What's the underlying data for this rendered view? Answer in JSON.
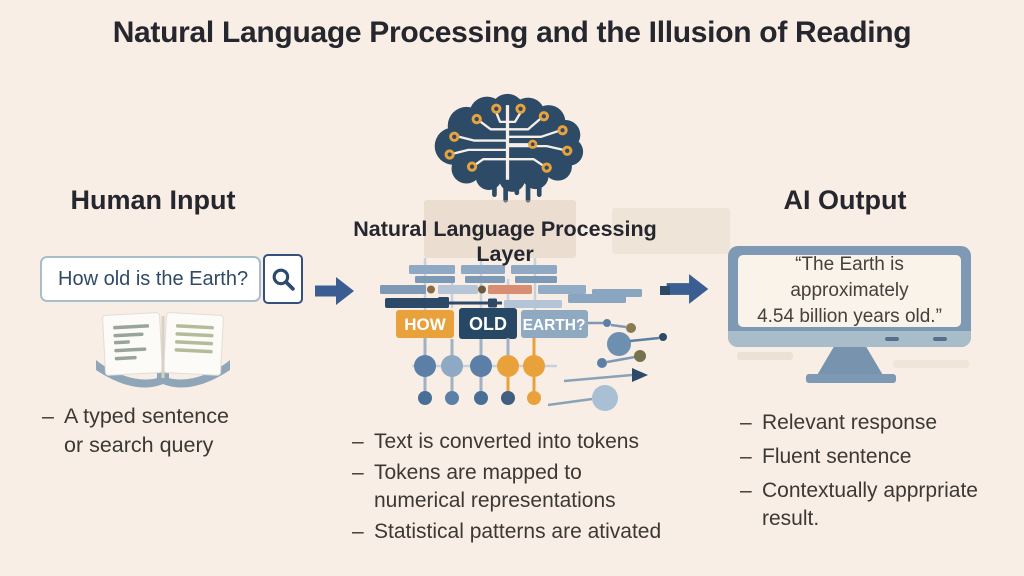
{
  "page": {
    "title": "Natural Language Processing and the Illusion of Reading"
  },
  "ui": {
    "bullet_dash": "–"
  },
  "colors": {
    "background": "#f8eee5",
    "heading_text": "#26262e",
    "body_text": "#3d3834",
    "navy": "#2d4a66",
    "steel_blue": "#7d99b4",
    "light_blue": "#8fa9c4",
    "pale_blue": "#b6c6d6",
    "orange": "#e9a23b",
    "salmon": "#d98e74",
    "arrow_blue": "#3a5d92",
    "screen_bg": "#f9f3ea"
  },
  "human_input": {
    "heading": "Human Input",
    "search_value": "How old is the Earth?",
    "search_icon": "magnifier",
    "bullets": [
      "A typed sentence\nor search query"
    ]
  },
  "nlp": {
    "heading": "Natural Language Processing Layer",
    "brain_icon": "circuit-brain",
    "tokens": [
      "HOW",
      "OLD",
      "EARTH?"
    ],
    "bullets": [
      "Text is converted into tokens",
      "Tokens are mapped to\nnumerical representations",
      "Statistical patterns are ativated"
    ]
  },
  "ai_output": {
    "heading": "AI Output",
    "screen_text": "“The Earth is approximately\n4.54 billion years old.”",
    "bullets": [
      "Relevant response",
      "Fluent sentence",
      "Contextually apprpriate\nresult."
    ]
  }
}
